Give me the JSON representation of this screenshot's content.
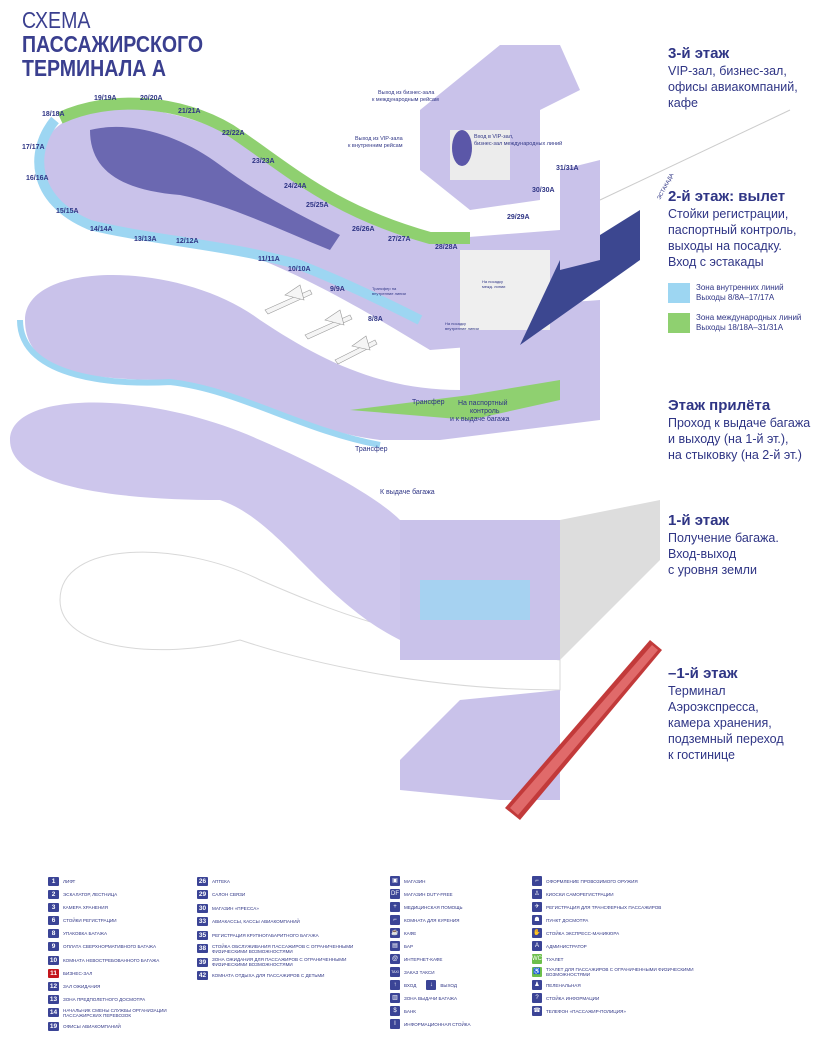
{
  "title": {
    "line1": "СХЕМА",
    "line2": "ПАССАЖИРСКОГО",
    "line3": "ТЕРМИНАЛА А"
  },
  "colors": {
    "domestic": "#9dd6f2",
    "international": "#8fd070",
    "floor": "#c9c2ea",
    "building": "#4b4a9e",
    "accent": "#2f3585",
    "business": "#c4161c"
  },
  "floors": [
    {
      "heading": "3-й этаж",
      "text": [
        "VIP-зал, бизнес-зал,",
        "офисы авиакомпаний,",
        "кафе"
      ]
    },
    {
      "heading": "2-й этаж: вылет",
      "text": [
        "Стойки регистрации,",
        "паспортный контроль,",
        "выходы на посадку.",
        "Вход  с эстакады"
      ]
    },
    {
      "heading": "Этаж прилёта",
      "text": [
        "Проход к выдаче багажа",
        "и выходу (на 1-й эт.),",
        "на стыковку (на 2-й эт.)"
      ]
    },
    {
      "heading": "1-й этаж",
      "text": [
        "Получение багажа.",
        "Вход-выход",
        "с уровня земли"
      ]
    },
    {
      "heading": "–1-й этаж",
      "text": [
        "Терминал",
        "Аэроэкспресса,",
        "камера хранения,",
        "подземный переход",
        "к гостинице"
      ]
    }
  ],
  "zones": [
    {
      "line1": "Зона внутренних линий",
      "line2": "Выходы 8/8А–17/17А"
    },
    {
      "line1": "Зона международных линий",
      "line2": "Выходы 18/18А–31/31А"
    }
  ],
  "gates": [
    "19/19A",
    "20/20A",
    "21/21A",
    "22/22A",
    "23/23A",
    "24/24A",
    "25/25A",
    "26/26A",
    "27/27A",
    "28/28A",
    "29/29A",
    "30/30A",
    "31/31A",
    "18/18A",
    "17/17A",
    "16/16A",
    "15/15A",
    "14/14A",
    "13/13A",
    "12/12A",
    "11/11A",
    "10/10A",
    "9/9A",
    "8/8A"
  ],
  "map_labels": {
    "estakada": "ЭСТАКАДА",
    "business_exit": [
      "Выход из бизнес-зала",
      "к международным рейсам"
    ],
    "vip_exit": [
      "Выход из VIP-зала",
      "к внутренним рейсам"
    ],
    "vip_entry": [
      "Вход в VIP-зал,",
      "бизнес-зал международных линий"
    ],
    "transfer1": "Трансфер",
    "transfer2": "Трансфер",
    "passport": [
      "На паспортный",
      "контроль",
      "и к выдаче багажа"
    ],
    "baggage": "К выдаче багажа",
    "small1": [
      "Трансфер на",
      "внутренние линии"
    ],
    "small2": [
      "На посадку",
      "межд. линии"
    ],
    "small3": [
      "На посадку",
      "внутренние линии"
    ]
  },
  "legend_numbered": [
    {
      "n": "1",
      "label": "Лифт"
    },
    {
      "n": "2",
      "label": "Эскалатор, лестница"
    },
    {
      "n": "3",
      "label": "Камера хранения"
    },
    {
      "n": "6",
      "label": "Стойки регистрации"
    },
    {
      "n": "8",
      "label": "Упаковка багажа"
    },
    {
      "n": "9",
      "label": "Оплата сверхнормативного багажа"
    },
    {
      "n": "10",
      "label": "Комната невостребованного багажа"
    },
    {
      "n": "11",
      "label": "Бизнес-зал"
    },
    {
      "n": "12",
      "label": "Зал ожидания"
    },
    {
      "n": "13",
      "label": "Зона предполетного досмотра"
    },
    {
      "n": "14",
      "label": "Начальник смены службы организации пассажирских перевозок"
    },
    {
      "n": "19",
      "label": "Офисы авиакомпаний"
    }
  ],
  "legend_numbered2": [
    {
      "n": "26",
      "label": "Аптека"
    },
    {
      "n": "29",
      "label": "Салон связи"
    },
    {
      "n": "30",
      "label": "Магазин «Пресса»"
    },
    {
      "n": "33",
      "label": "Авиакассы, кассы авиакомпаний"
    },
    {
      "n": "35",
      "label": "Регистрация крупногабаритного багажа"
    },
    {
      "n": "38",
      "label": "Стойка обслуживания пассажиров с ограниченными физическими возможностями"
    },
    {
      "n": "39",
      "label": "Зона ожидания для пассажиров с ограниченными физическими возможностями"
    },
    {
      "n": "42",
      "label": "Комната отдыха для пассажиров с детьми"
    }
  ],
  "legend_icons": [
    {
      "icon": "shop-icon",
      "g": "▣",
      "label": "Магазин"
    },
    {
      "icon": "duty-free-icon",
      "g": "DF",
      "label": "Магазин Duty-Free"
    },
    {
      "icon": "medical-icon",
      "g": "+",
      "label": "Медицинская помощь"
    },
    {
      "icon": "smoking-icon",
      "g": "⌐",
      "label": "Комната для курения"
    },
    {
      "icon": "cafe-icon",
      "g": "☕",
      "label": "Кафе"
    },
    {
      "icon": "bar-icon",
      "g": "▤",
      "label": "Бар"
    },
    {
      "icon": "internet-cafe-icon",
      "g": "@",
      "label": "Интернет-кафе"
    },
    {
      "icon": "taxi-icon",
      "g": "TAXI",
      "label": "Заказ такси"
    },
    {
      "icon": "entry-icon",
      "g": "↑",
      "label": "Вход",
      "icon2": "exit-icon",
      "g2": "↓",
      "label2": "Выход"
    },
    {
      "icon": "baggage-claim-icon",
      "g": "▥",
      "label": "Зона выдачи багажа"
    },
    {
      "icon": "bank-icon",
      "g": "$",
      "label": "Банк"
    },
    {
      "icon": "info-desk-icon",
      "g": "i",
      "label": "Информационная стойка"
    }
  ],
  "legend_icons2": [
    {
      "icon": "weapon-icon",
      "g": "⌐",
      "label": "Оформление провозимого оружия"
    },
    {
      "icon": "self-checkin-icon",
      "g": "♙",
      "label": "Киоски саморегистрации"
    },
    {
      "icon": "transfer-checkin-icon",
      "g": "✈",
      "label": "Регистрация для трансферных пассажиров"
    },
    {
      "icon": "security-check-icon",
      "g": "☗",
      "label": "Пункт досмотра"
    },
    {
      "icon": "manicure-icon",
      "g": "✋",
      "label": "Стойка экспресс-маникюра"
    },
    {
      "icon": "administrator-icon",
      "g": "A",
      "label": "Администратор"
    },
    {
      "icon": "wc-icon",
      "g": "WC",
      "label": "Туалет",
      "green": true
    },
    {
      "icon": "accessible-wc-icon",
      "g": "♿",
      "label": "Туалет для пассажиров с ограниченными физическими возможностями",
      "green": true
    },
    {
      "icon": "baby-room-icon",
      "g": "♟",
      "label": "Пеленальная"
    },
    {
      "icon": "information-icon",
      "g": "?",
      "label": "Стойка информации"
    },
    {
      "icon": "police-phone-icon",
      "g": "☎",
      "label": "Телефон «Пассажир-полиция»"
    }
  ]
}
